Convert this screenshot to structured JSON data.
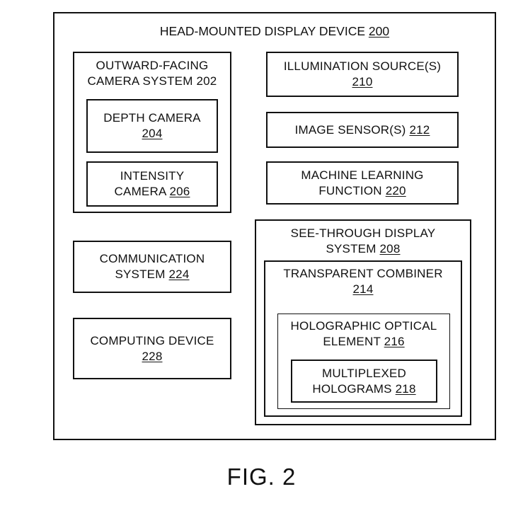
{
  "figure": {
    "caption": "FIG. 2"
  },
  "diagram": {
    "title": {
      "text": "HEAD-MOUNTED DISPLAY DEVICE",
      "num": "200"
    },
    "boxes": {
      "camera_system": {
        "l1": "OUTWARD-FACING",
        "l2": "CAMERA SYSTEM",
        "num": "202"
      },
      "depth_camera": {
        "l1": "DEPTH CAMERA",
        "num": "204"
      },
      "intensity_camera": {
        "l1": "INTENSITY",
        "l2": "CAMERA",
        "num": "206"
      },
      "communication_system": {
        "l1": "COMMUNICATION",
        "l2": "SYSTEM",
        "num": "224"
      },
      "computing_device": {
        "l1": "COMPUTING DEVICE",
        "num": "228"
      },
      "illumination_sources": {
        "l1": "ILLUMINATION SOURCE(S)",
        "num": "210"
      },
      "image_sensors": {
        "l1": "IMAGE SENSOR(S)",
        "num": "212"
      },
      "machine_learning": {
        "l1": "MACHINE LEARNING",
        "l2": "FUNCTION",
        "num": "220"
      },
      "see_through_display": {
        "l1": "SEE-THROUGH DISPLAY",
        "l2": "SYSTEM",
        "num": "208"
      },
      "transparent_combiner": {
        "l1": "TRANSPARENT COMBINER",
        "num": "214"
      },
      "holographic_optical_element": {
        "l1": "HOLOGRAPHIC OPTICAL",
        "l2": "ELEMENT",
        "num": "216"
      },
      "multiplexed_holograms": {
        "l1": "MULTIPLEXED",
        "l2": "HOLOGRAMS",
        "num": "218"
      }
    },
    "colors": {
      "line": "#111111",
      "background": "#ffffff",
      "text": "#111111"
    }
  }
}
